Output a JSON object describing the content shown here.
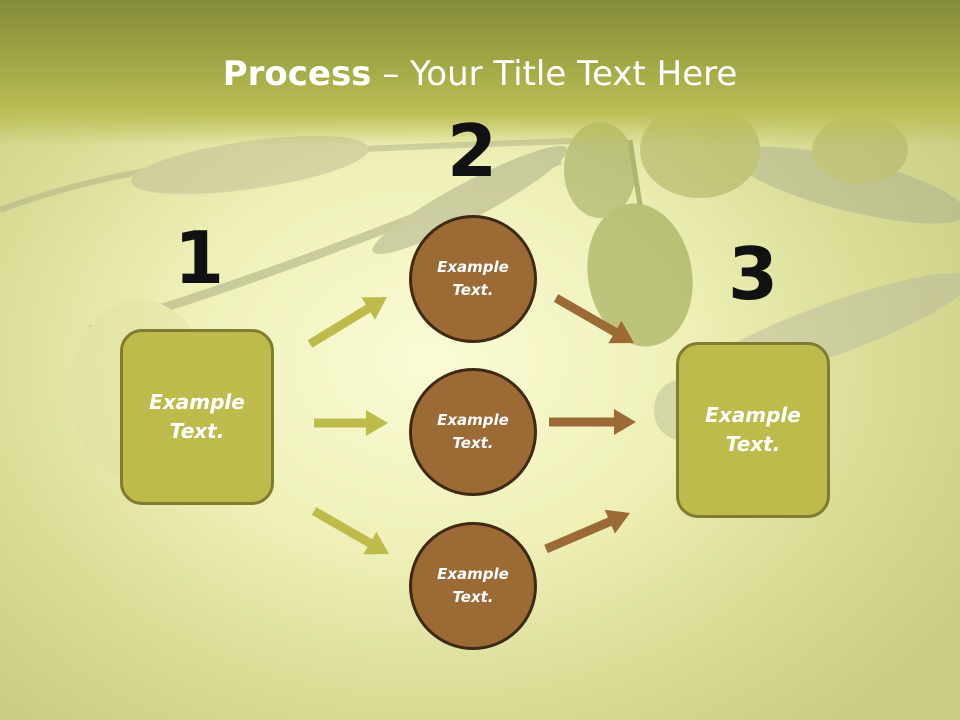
{
  "title": {
    "bold": "Process",
    "rest": " – Your Title Text Here"
  },
  "steps": [
    {
      "number": "1",
      "label": "Example\nText."
    },
    {
      "number": "2",
      "items": [
        "Example\nText.",
        "Example\nText.",
        "Example\nText."
      ]
    },
    {
      "number": "3",
      "label": "Example\nText."
    }
  ],
  "colors": {
    "box_fill": "#bdbb4c",
    "box_border": "#7f7d31",
    "circle_fill": "#9b6a35",
    "circle_border": "#3e2a12",
    "green_arrow": "#bdbb4c",
    "brown_arrow": "#9b6a35"
  }
}
